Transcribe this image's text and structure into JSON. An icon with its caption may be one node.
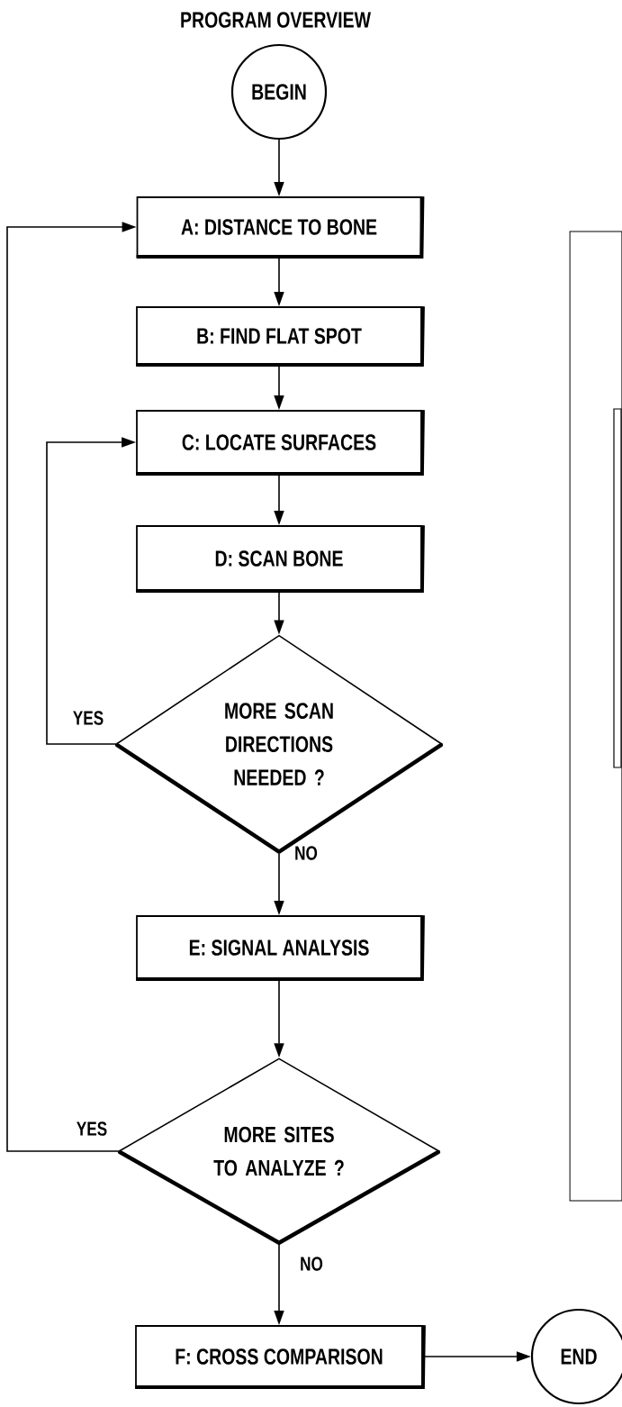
{
  "diagram": {
    "title": "PROGRAM OVERVIEW",
    "nodes": [
      {
        "text": [
          "BEGIN"
        ]
      },
      {
        "text": [
          "A: DISTANCE TO BONE"
        ]
      },
      {
        "text": [
          "B: FIND FLAT SPOT"
        ]
      },
      {
        "text": [
          "C: LOCATE SURFACES"
        ]
      },
      {
        "text": [
          "D: SCAN BONE"
        ]
      },
      {
        "text": [
          "MORE SCAN DIRECTIONS NEEDED ?"
        ]
      },
      {
        "text": [
          "E: SIGNAL ANALYSIS"
        ]
      },
      {
        "text": [
          "MORE SITES TO ANALYZE ?"
        ]
      },
      {
        "text": [
          "F: CROSS COMPARISON"
        ]
      },
      {
        "text": [
          "END"
        ]
      },
      {
        "text": [],
        "shape": "box"
      },
      {
        "text": [],
        "shape": "box",
        "in": 10
      }
    ],
    "edges": [
      {
        "from": 0,
        "to": 1,
        "arrow": "to"
      },
      {
        "from": 1,
        "to": 2,
        "arrow": "to"
      },
      {
        "from": 2,
        "to": 3,
        "arrow": "to"
      },
      {
        "from": 3,
        "to": 4,
        "arrow": "to"
      },
      {
        "from": 4,
        "to": 5,
        "arrow": "to"
      },
      {
        "from": 5,
        "to": 3,
        "arrow": "to",
        "label": "YES"
      },
      {
        "from": 5,
        "to": 6,
        "arrow": "to",
        "label": "NO"
      },
      {
        "from": 6,
        "to": 7,
        "arrow": "to"
      },
      {
        "from": 7,
        "to": 1,
        "arrow": "to",
        "label": "YES"
      },
      {
        "from": 7,
        "to": 8,
        "arrow": "to",
        "label": "NO"
      },
      {
        "from": 8,
        "to": 9,
        "arrow": "to"
      }
    ]
  }
}
